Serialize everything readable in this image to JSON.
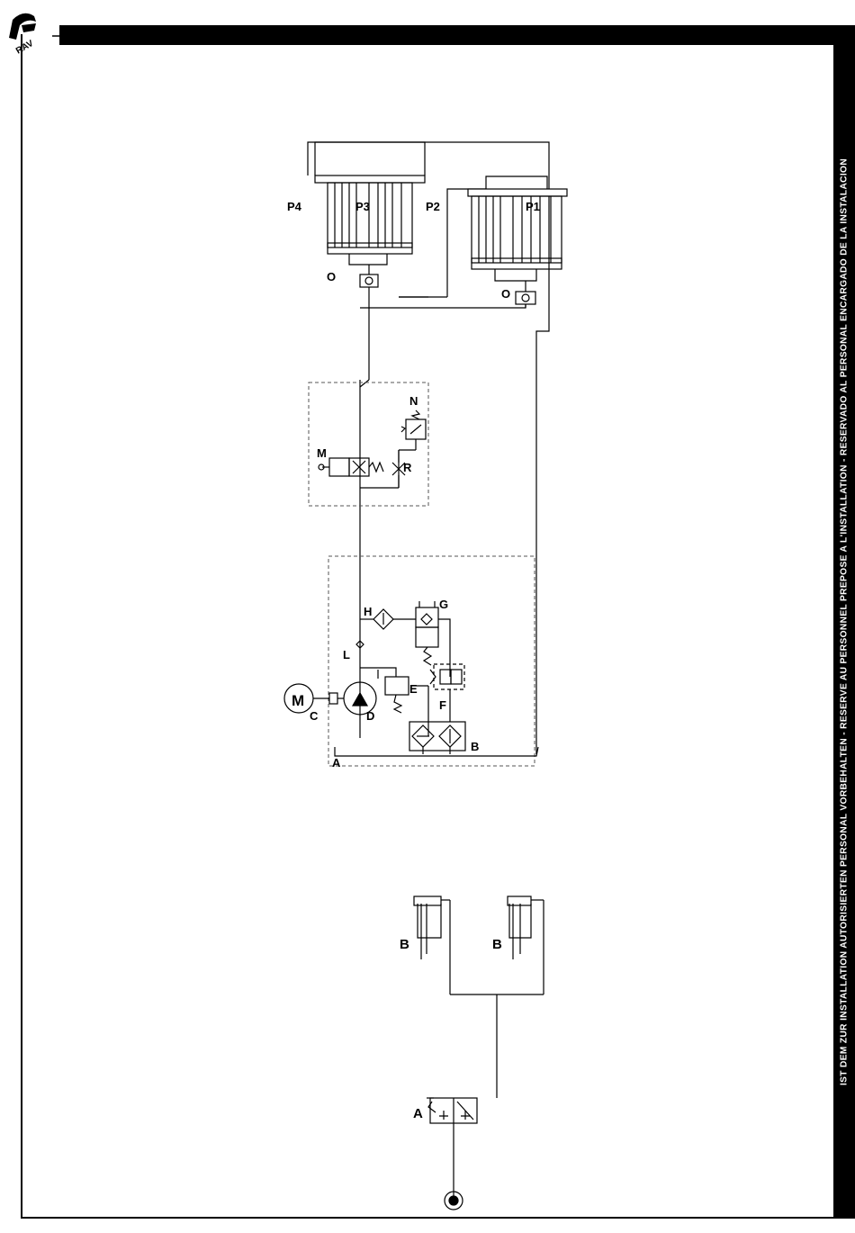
{
  "header": {
    "logo_text": "RAV"
  },
  "side_banner": {
    "text": "IST DEM ZUR INSTALLATION AUTORISIERTEN PERSONAL VORBEHALTEN - RESERVE AU PERSONNEL PREPOSE A L'INSTALLATION - RESERVADO AL PERSONAL ENCARGADO DE LA INSTALACION"
  },
  "labels": {
    "p4": "P4",
    "p3": "P3",
    "p2": "P2",
    "p1": "P1",
    "o_left": "O",
    "o_right": "O",
    "n": "N",
    "m": "M",
    "r": "R",
    "h": "H",
    "g": "G",
    "l": "L",
    "e": "E",
    "f": "F",
    "motor": "M",
    "c": "C",
    "d": "D",
    "b": "B",
    "a": "A",
    "b_left": "B",
    "b_right": "B",
    "a_valve": "A"
  }
}
